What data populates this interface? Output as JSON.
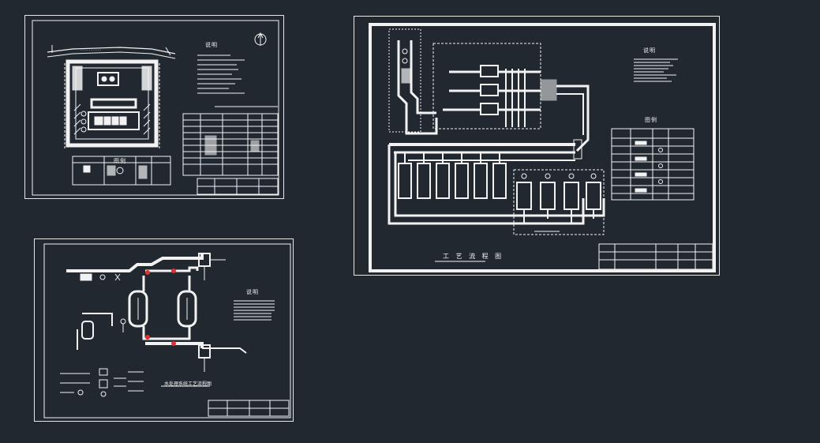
{
  "canvas": {
    "background": "#212830",
    "line_color": "#f2f2f2",
    "accent": "#e03030"
  },
  "drawings": [
    {
      "name": "site-layout-plan",
      "legend_heading": "说明",
      "table_heading": "图例"
    },
    {
      "name": "process-flow-diagram",
      "notes_heading": "说明",
      "caption": "水处理系统工艺流程图"
    },
    {
      "name": "electrical-control-diagram",
      "notes_heading": "说明",
      "table_heading": "图例",
      "caption": "工 艺 流 程 图"
    }
  ]
}
